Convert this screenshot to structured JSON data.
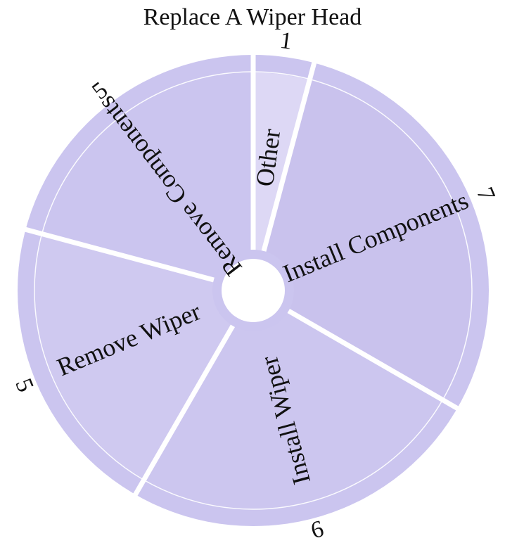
{
  "chart_data": {
    "type": "pie",
    "title": "Replace A Wiper Head",
    "categories": [
      "Other",
      "Install Components",
      "Install Wiper",
      "Remove Wiper",
      "Remove Components"
    ],
    "values": [
      1,
      7,
      6,
      5,
      5
    ],
    "colors": {
      "Other": "#ddd8f5",
      "Install Components": "#c9c2ed",
      "Install Wiper": "#ccc6ef",
      "Remove Wiper": "#cfc9f0",
      "Remove Components": "#cbc5ef",
      "outer_ring": "#cbc5ef",
      "inner_ring": "#cbc5ef",
      "gap": "#ffffff"
    },
    "legend": "none",
    "grid": false
  }
}
